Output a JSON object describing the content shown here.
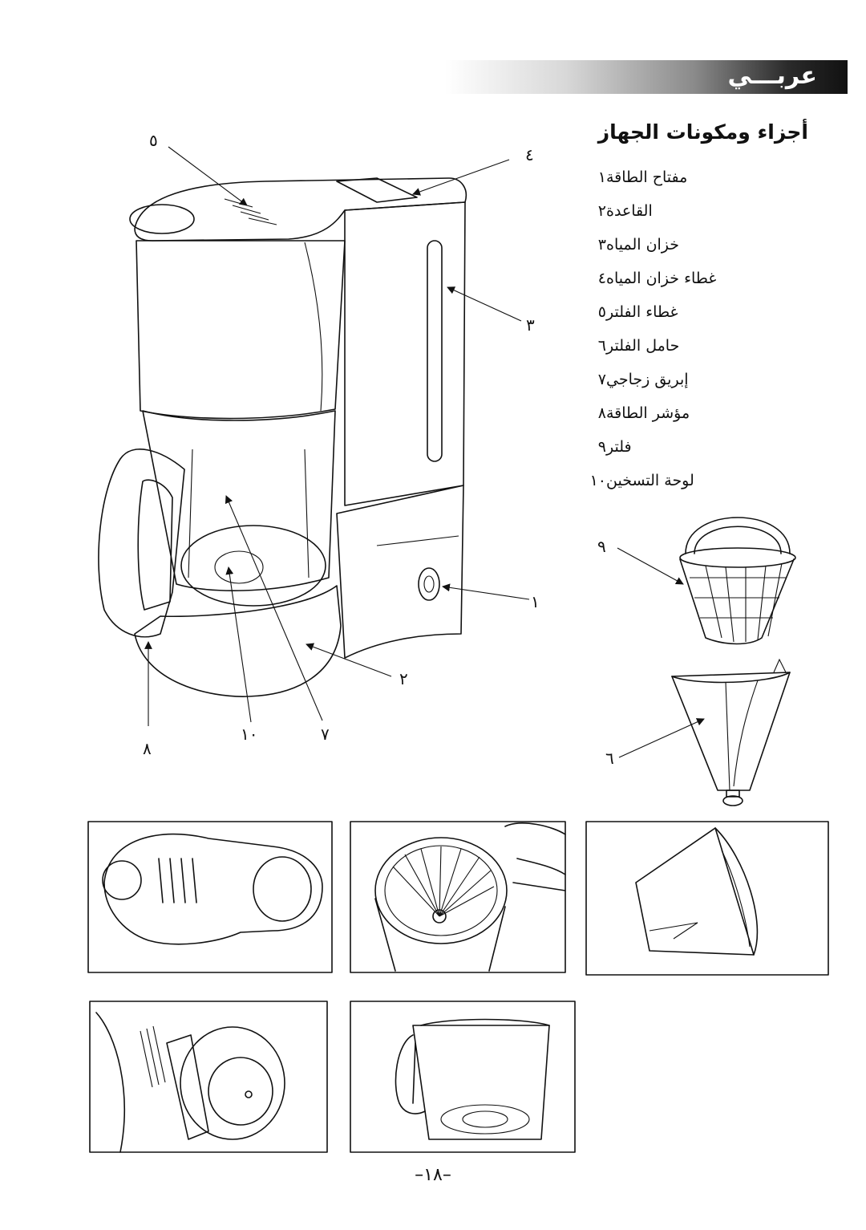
{
  "header": {
    "title": "عربـــي"
  },
  "parts_section": {
    "title": "أجزاء ومكونات الجهاز",
    "items": [
      {
        "num": "١",
        "name": "مفتاح الطاقة"
      },
      {
        "num": "٢",
        "name": "القاعدة"
      },
      {
        "num": "٣",
        "name": "خزان المياه"
      },
      {
        "num": "٤",
        "name": "غطاء خزان المياه"
      },
      {
        "num": "٥",
        "name": "غطاء الفلتر"
      },
      {
        "num": "٦",
        "name": "حامل الفلتر"
      },
      {
        "num": "٧",
        "name": "إبريق زجاجي"
      },
      {
        "num": "٨",
        "name": "مؤشر الطاقة"
      },
      {
        "num": "٩",
        "name": "فلتر"
      },
      {
        "num": "١٠",
        "name": "لوحة التسخين"
      }
    ]
  },
  "callouts": {
    "c1": "١",
    "c2": "٢",
    "c3": "٣",
    "c4": "٤",
    "c5": "٥",
    "c6": "٦",
    "c7": "٧",
    "c8": "٨",
    "c9": "٩",
    "c10": "١٠"
  },
  "page_number": "–١٨–"
}
